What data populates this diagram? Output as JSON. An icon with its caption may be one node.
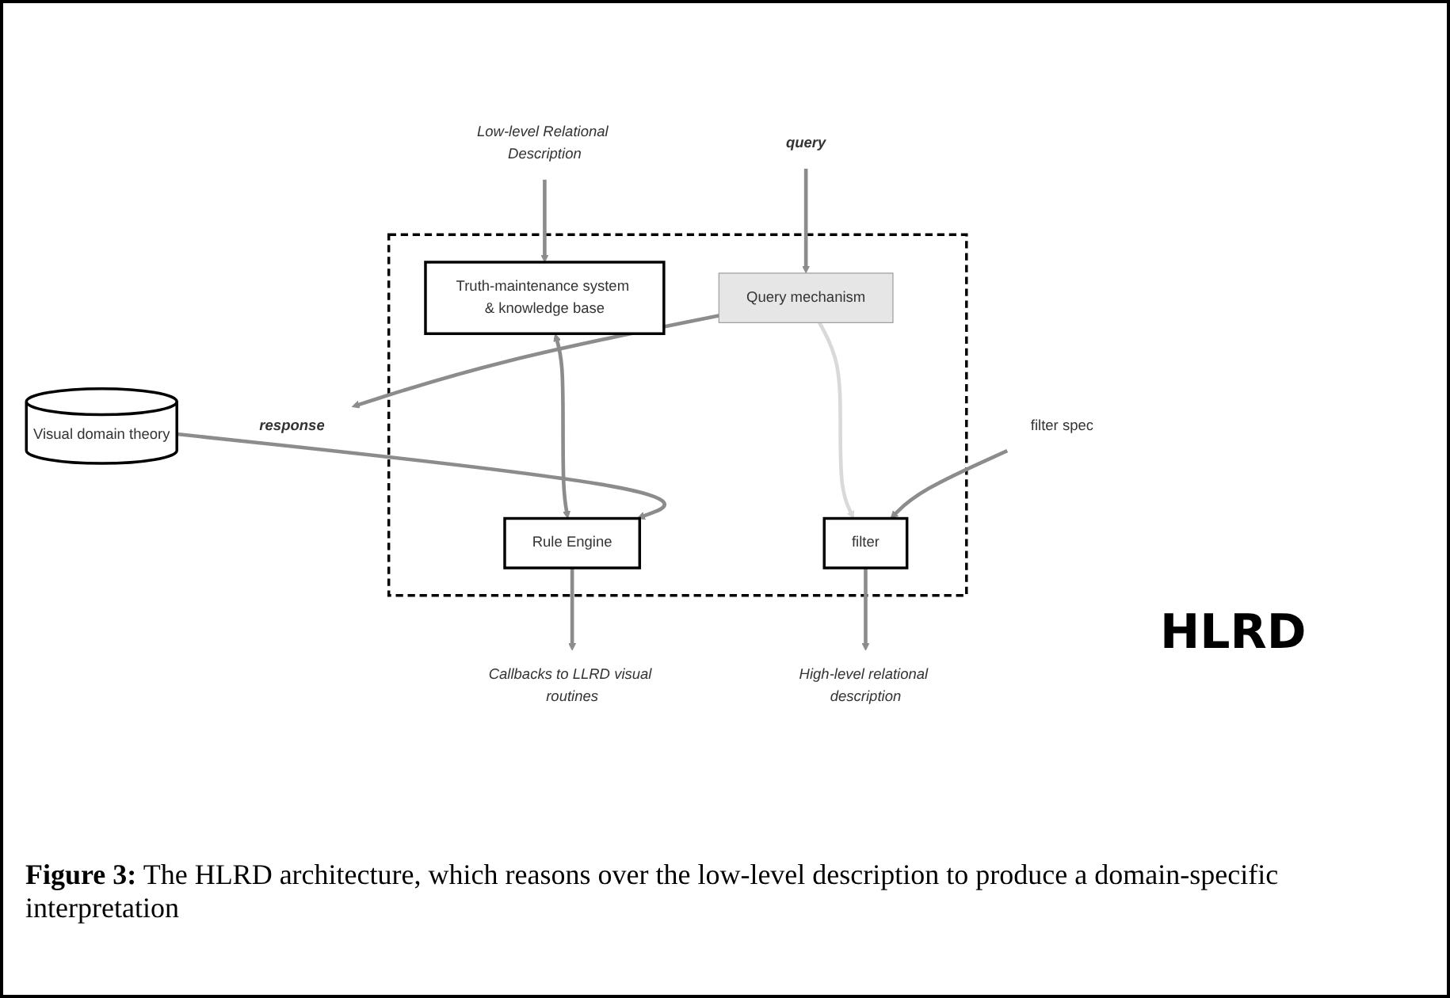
{
  "diagram": {
    "caption": "**Figure 3:** The HLRD architecture, which reasons over the low-level description to produce a domain-specific interpretation",
    "nodes": [
      {
        "text": [],
        "shape": "box"
      },
      {
        "text": [
          "Truth-maintenance system & knowledge base"
        ],
        "in": 0
      },
      {
        "text": [
          "Query mechanism"
        ],
        "in": 0
      },
      {
        "text": [
          "Rule Engine"
        ],
        "in": 0
      },
      {
        "text": [
          "filter"
        ],
        "in": 0
      },
      {
        "text": [
          "Low-level Relational Description"
        ]
      },
      {
        "text": [
          "query"
        ]
      },
      {
        "text": [
          "response"
        ]
      },
      {
        "text": [
          "Callbacks to LLRD visual routines"
        ]
      },
      {
        "text": [
          "Visual domain theory"
        ]
      },
      {
        "text": [
          "filter spec"
        ]
      },
      {
        "text": [
          "High-level relational description"
        ]
      }
    ],
    "edges": [
      {
        "from": 5,
        "to": 1,
        "arrow": "to"
      },
      {
        "from": 6,
        "to": 2,
        "arrow": "to"
      },
      {
        "from": 2,
        "to": 7,
        "arrow": "to"
      },
      {
        "from": 1,
        "to": 3,
        "arrow": "both"
      },
      {
        "from": 3,
        "to": 8,
        "arrow": "to"
      },
      {
        "from": 9,
        "to": 3,
        "arrow": "to"
      },
      {
        "from": 2,
        "to": 4,
        "arrow": "to",
        "color": "#d9d9d9"
      },
      {
        "from": 10,
        "to": 4,
        "arrow": "to"
      },
      {
        "from": 4,
        "to": 11,
        "arrow": "to"
      }
    ],
    "labels": [
      "HLRD"
    ]
  }
}
